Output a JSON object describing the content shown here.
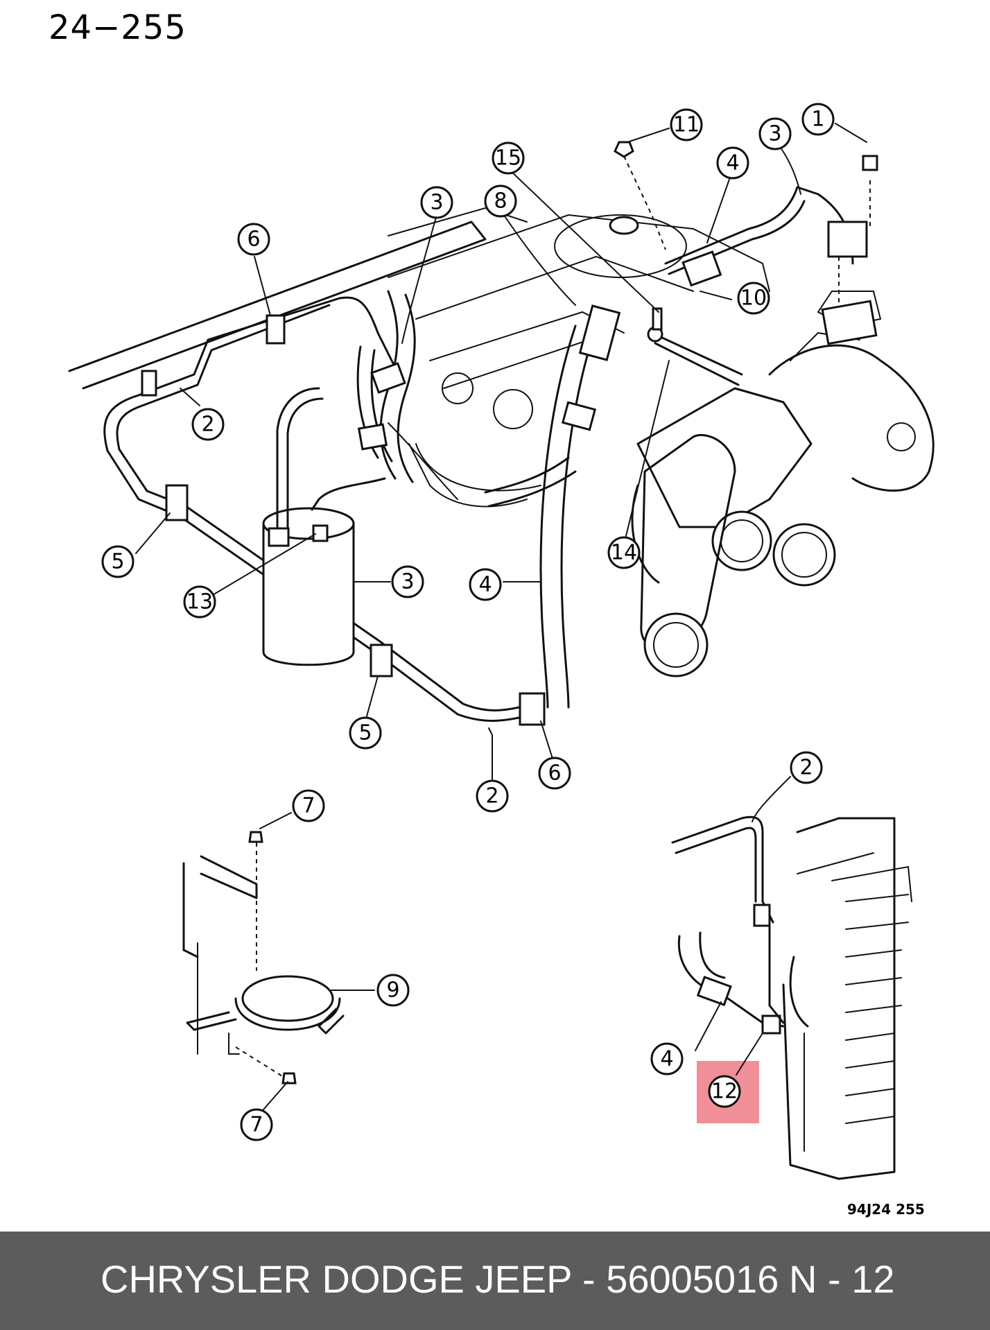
{
  "page_label": "24−255",
  "figure_code": "94J24  255",
  "highlight_color": "#f08f97",
  "footer": {
    "background": "#5c5c5c",
    "brand_part": "CHRYSLER DODGE JEEP - 56005016",
    "code": "N - 12"
  },
  "callouts": {
    "c1": "1",
    "c2a": "2",
    "c2b": "2",
    "c2c": "2",
    "c3a": "3",
    "c3b": "3",
    "c3c": "3",
    "c4a": "4",
    "c4b": "4",
    "c4c": "4",
    "c5a": "5",
    "c5b": "5",
    "c6a": "6",
    "c6b": "6",
    "c7a": "7",
    "c7b": "7",
    "c8": "8",
    "c9": "9",
    "c10": "10",
    "c11": "11",
    "c12": "12",
    "c13": "13",
    "c14": "14",
    "c15": "15"
  }
}
